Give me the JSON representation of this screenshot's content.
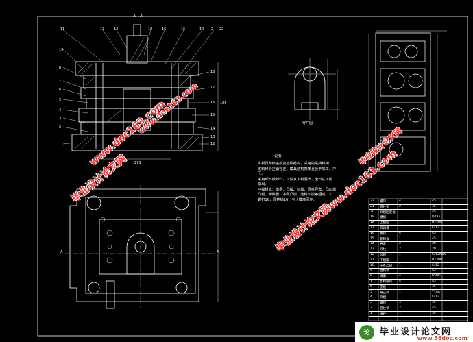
{
  "drawing": {
    "section_title": "A—A",
    "part_caption": "零件图",
    "notes_title": "说明",
    "notes_lines": [
      "本模具为级进模复合模结构，采用的是挡料销",
      "定料和导正销导正，模具结构简单且便于加工，冲",
      "压。",
      "采用卸料板卸料，工件从下模漏出，废料从下模",
      "漏出。",
      "冲模组成：模柄、凸模、凹模、导柱导套、凸凹模",
      "凸模、卸料板，冲孔凸模，落料凹模等组成。3",
      "螺钉16，圆柱销16，与上模座固定。"
    ],
    "callouts_top": [
      "11",
      "13",
      "12",
      "10",
      "16",
      "15",
      "14",
      "2",
      "22"
    ],
    "callouts_left": [
      "19",
      "8",
      "7",
      "6",
      "5",
      "4",
      "3",
      "2",
      "1"
    ],
    "callouts_right": [
      "18",
      "17",
      "16",
      "15",
      "14",
      "13",
      "12"
    ],
    "dims": {
      "top_view_width": "275",
      "front_height": "185"
    },
    "view_markers": {
      "left": "A",
      "right": "A"
    }
  },
  "bom": {
    "rows": [
      [
        "22",
        "螺钉",
        "4",
        "45"
      ],
      [
        "21",
        "圆柱销",
        "2",
        "45"
      ],
      [
        "20",
        "凸模固定板",
        "1",
        "45"
      ],
      [
        "19",
        "模柄",
        "1",
        "Q235"
      ],
      [
        "18",
        "上模座",
        "1",
        "HT200"
      ],
      [
        "17",
        "凸凹模",
        "1",
        "Cr12"
      ],
      [
        "16",
        "螺钉",
        "4",
        "45"
      ],
      [
        "15",
        "卸料板",
        "1",
        "45"
      ],
      [
        "14",
        "导套",
        "2",
        "20"
      ],
      [
        "13",
        "导柱",
        "2",
        "20"
      ],
      [
        "12",
        "凹模",
        "1",
        "Cr12MoV"
      ],
      [
        "11",
        "下模座",
        "1",
        "HT200"
      ],
      [
        "10",
        "冲孔凸模",
        "1",
        "Cr12"
      ],
      [
        "9",
        "挡料销",
        "1",
        "45"
      ],
      [
        "8",
        "弹簧",
        "4",
        "65Mn"
      ],
      [
        "7",
        "卸料螺钉",
        "4",
        "45"
      ],
      [
        "6",
        "垫板",
        "1",
        "45"
      ],
      [
        "5",
        "导正销",
        "1",
        "T10A"
      ],
      [
        "4",
        "凸模",
        "1",
        "Cr12"
      ],
      [
        "3",
        "螺钉",
        "4",
        "45"
      ],
      [
        "2",
        "圆柱销",
        "2",
        "45"
      ],
      [
        "1",
        "推杆",
        "1",
        "45"
      ]
    ]
  },
  "watermarks": [
    {
      "text": "www.doc163.com",
      "variant": "red"
    },
    {
      "text": "毕业设计论文网",
      "variant": "red"
    },
    {
      "text": "www.doc163.com",
      "variant": "red"
    },
    {
      "text": "毕业设计论文网",
      "variant": "red"
    },
    {
      "text": "www.doc163.com",
      "variant": "red"
    },
    {
      "text": "毕业设计论文网",
      "variant": "red"
    }
  ],
  "footer": {
    "logo_text": "论",
    "title": "毕业设计论文网",
    "url": "www.56doc.com"
  }
}
